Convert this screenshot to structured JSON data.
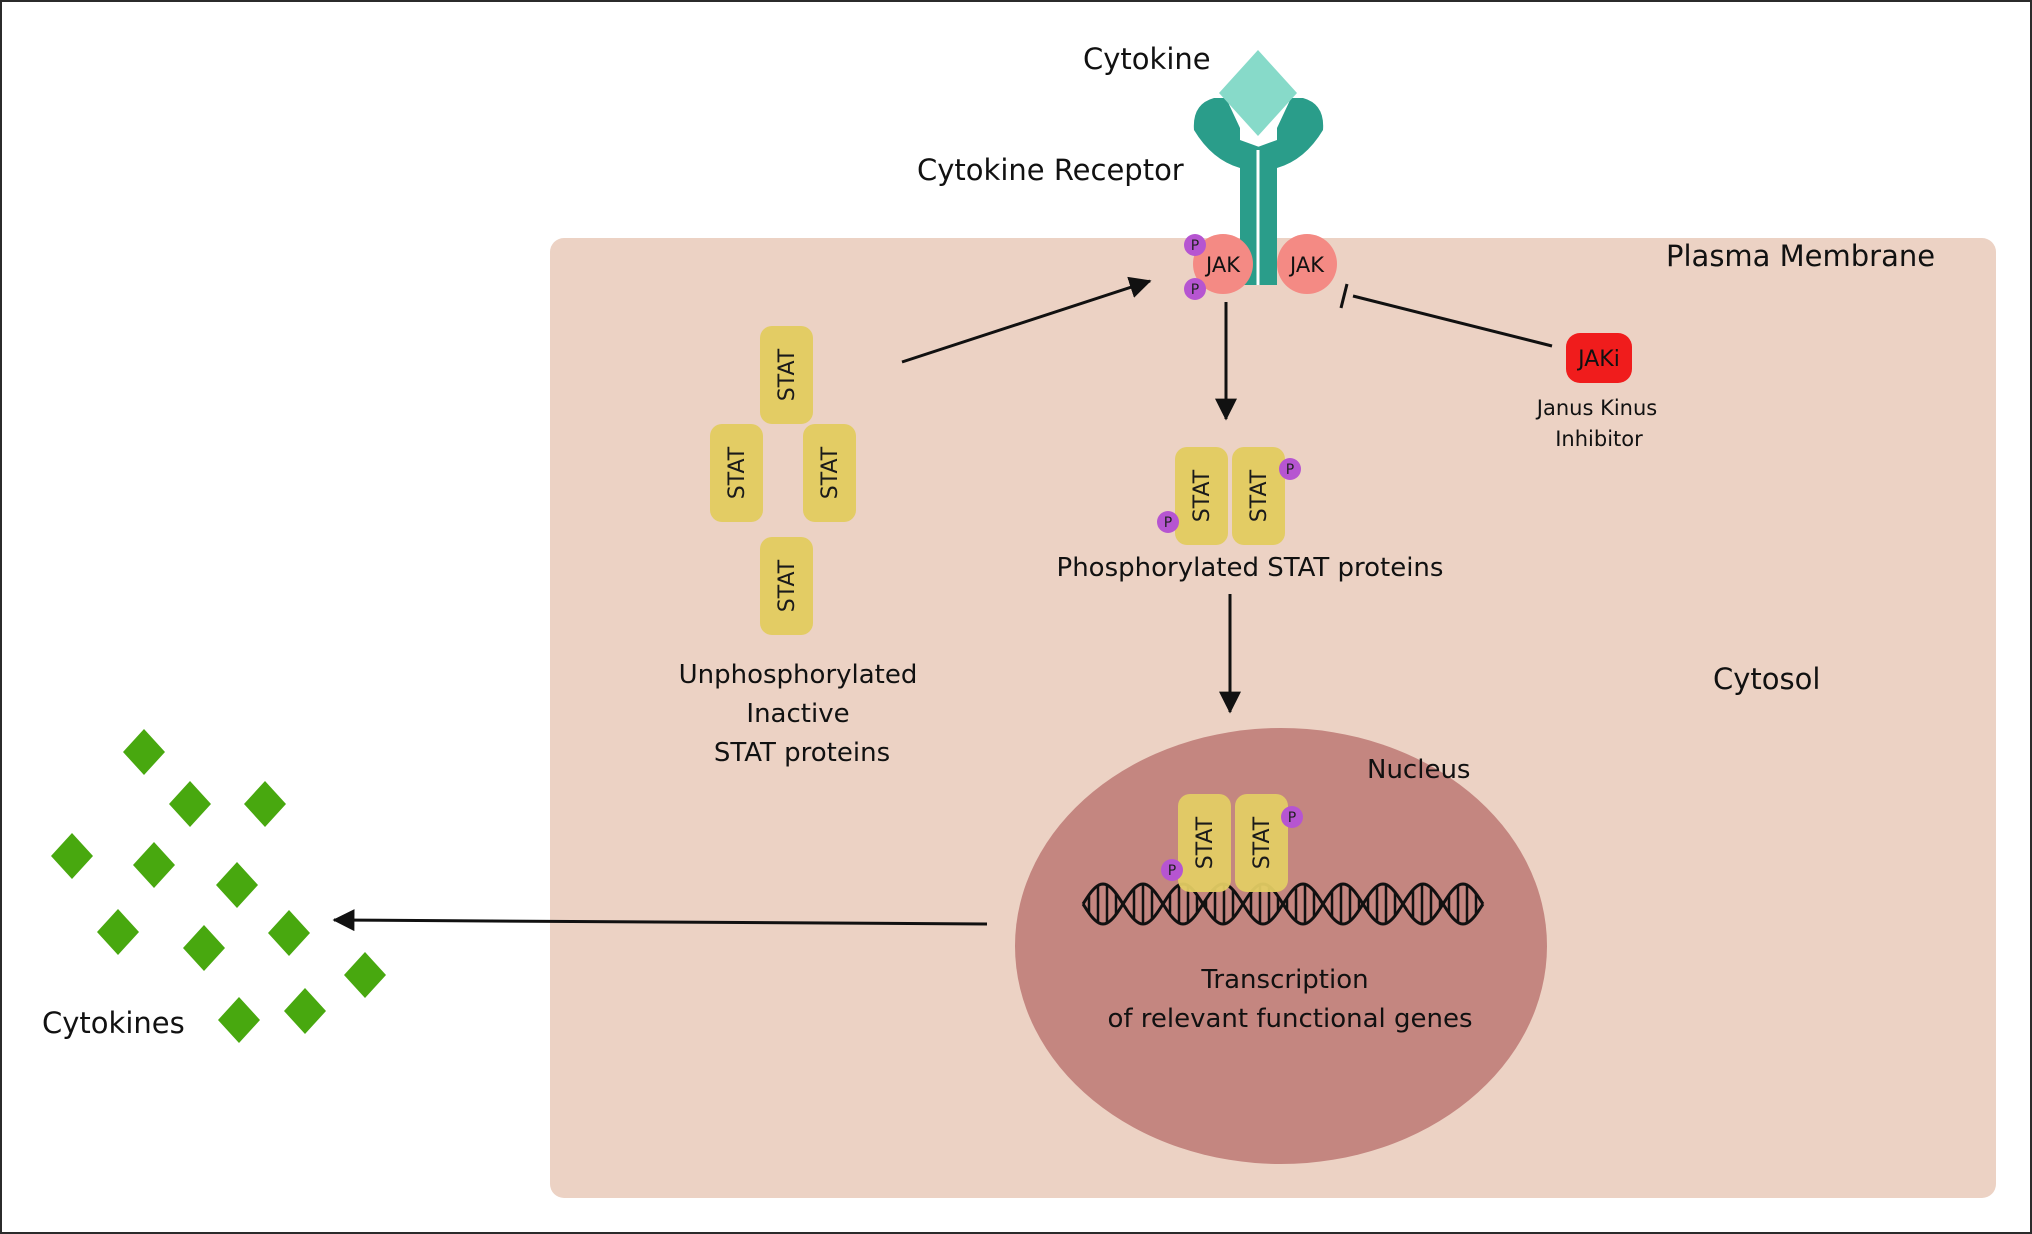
{
  "labels": {
    "cytokine": "Cytokine",
    "cytokine_receptor": "Cytokine Receptor",
    "plasma_membrane": "Plasma Membrane",
    "cytosol": "Cytosol",
    "nucleus": "Nucleus",
    "unphosphorylated_line1": "Unphosphorylated",
    "unphosphorylated_line2": "Inactive",
    "unphosphorylated_line3": "STAT proteins",
    "phosphorylated": "Phosphorylated STAT proteins",
    "transcription_line1": "Transcription",
    "transcription_line2": "of relevant functional genes",
    "jaki": "JAKi",
    "janus_line1": "Janus Kinus",
    "janus_line2": "Inhibitor",
    "jak": "JAK",
    "stat": "STAT",
    "p": "P",
    "cytokines": "Cytokines"
  },
  "colors": {
    "cell": "#ecd2c4",
    "nucleus": "#c48680",
    "receptor": "#2a9d8a",
    "cytokine": "#87dac9",
    "jak": "#f48a84",
    "jaki": "#f01c1c",
    "stat": "#e3cc64",
    "phosphate": "#b655d1",
    "secreted_cytokine": "#48a80f",
    "arrow": "#111111"
  }
}
